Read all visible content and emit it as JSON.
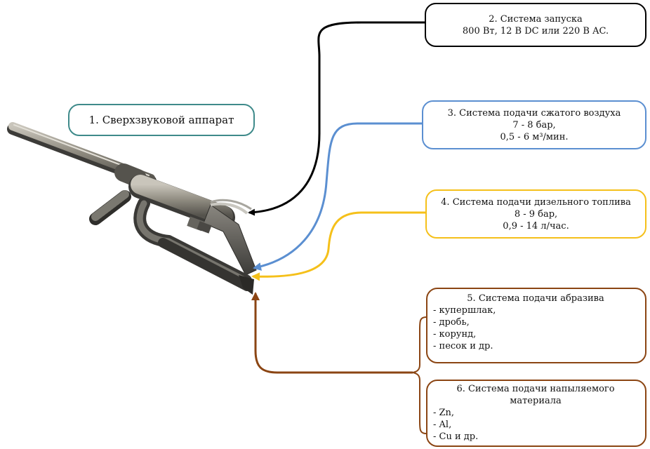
{
  "colors": {
    "box1": "#3e8a8a",
    "box2": "#000000",
    "air": "#5b8fd1",
    "fuel": "#f5c01a",
    "abrasive": "#8b4513"
  },
  "device": {
    "title": "1. Сверхзвуковой аппарат"
  },
  "systems": [
    {
      "lines": [
        "2. Система запуска",
        "800 Вт, 12 В DC или 220 В AC."
      ]
    },
    {
      "lines": [
        "3. Система подачи сжатого воздуха",
        "7 - 8 бар,",
        "0,5 - 6 м³/мин."
      ]
    },
    {
      "lines": [
        "4. Система подачи дизельного топлива",
        "8 - 9 бар,",
        "0,9 - 14 л/час."
      ]
    },
    {
      "title": "5. Система подачи абразива",
      "items": [
        "- купершлак,",
        "- дробь,",
        "- корунд,",
        "- песок и др."
      ]
    },
    {
      "title_lines": [
        "6. Система подачи напыляемого",
        "материала"
      ],
      "items": [
        "- Zn,",
        "- Al,",
        "- Cu и др."
      ]
    }
  ]
}
